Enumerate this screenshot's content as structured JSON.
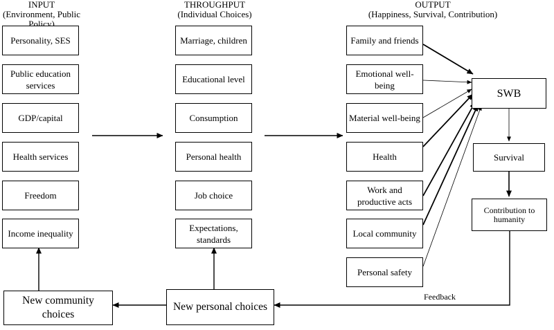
{
  "headers": {
    "input": {
      "title": "INPUT",
      "subtitle": "(Environment, Public Policy)"
    },
    "throughput": {
      "title": "THROUGHPUT",
      "subtitle": "(Individual Choices)"
    },
    "output": {
      "title": "OUTPUT",
      "subtitle": "(Happiness, Survival, Contribution)"
    }
  },
  "input_boxes": [
    "Personality, SES",
    "Public education services",
    "GDP/capital",
    "Health services",
    "Freedom",
    "Income inequality"
  ],
  "throughput_boxes": [
    "Marriage, children",
    "Educational level",
    "Consumption",
    "Personal health",
    "Job choice",
    "Expectations, standards"
  ],
  "output_boxes": [
    "Family and friends",
    "Emotional well-being",
    "Material well-being",
    "Health",
    "Work and productive acts",
    "Local community",
    "Personal safety"
  ],
  "swb_chain": {
    "swb": "SWB",
    "survival": "Survival",
    "contribution": "Contribution to humanity"
  },
  "feedback_row": {
    "community": "New community choices",
    "personal": "New personal choices",
    "label": "Feedback"
  }
}
